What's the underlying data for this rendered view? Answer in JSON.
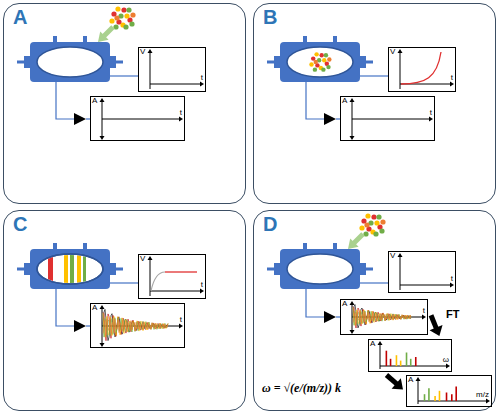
{
  "diagram": {
    "nodes": [
      {
        "text": [
          "A"
        ]
      },
      {
        "text": [
          "V",
          "t"
        ],
        "in": 0
      },
      {
        "text": [
          "A",
          "t"
        ],
        "in": 0
      },
      {
        "text": [
          "B"
        ]
      },
      {
        "text": [
          "V",
          "t"
        ],
        "in": 3
      },
      {
        "text": [
          "A",
          "t"
        ],
        "in": 3
      },
      {
        "text": [
          "C"
        ]
      },
      {
        "text": [
          "V",
          "t"
        ],
        "in": 6
      },
      {
        "text": [
          "A",
          "t"
        ],
        "in": 6
      },
      {
        "text": [
          "D"
        ]
      },
      {
        "text": [
          "V",
          "t"
        ],
        "in": 9
      },
      {
        "text": [
          "A",
          "t"
        ],
        "in": 9
      },
      {
        "text": [
          "A",
          "ω"
        ],
        "in": 9
      },
      {
        "text": [
          "A",
          "m/z"
        ],
        "in": 9
      }
    ],
    "edges": [
      {
        "from": 11,
        "to": 12,
        "arrow": "to"
      },
      {
        "from": 12,
        "to": 13,
        "arrow": "to"
      }
    ],
    "labels": [
      "FT",
      "ω = √(e/(m/z)) k"
    ]
  }
}
